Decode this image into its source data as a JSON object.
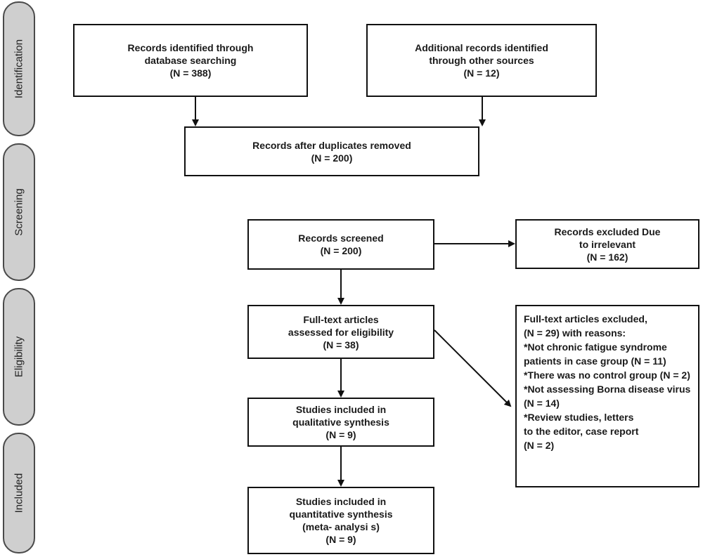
{
  "phases": {
    "identification": "Identification",
    "screening": "Screening",
    "eligibility": "Eligibility",
    "included": "Included"
  },
  "boxes": {
    "database_search": [
      "Records identified through",
      "database searching",
      "(N = 388)"
    ],
    "other_sources": [
      "Additional records identified",
      "through other sources",
      "(N = 12)"
    ],
    "duplicates_removed": [
      "Records after duplicates removed",
      "(N = 200)"
    ],
    "records_screened": [
      "Records screened",
      "(N = 200)"
    ],
    "records_excluded": [
      "Records excluded Due",
      "to irrelevant",
      "(N = 162)"
    ],
    "full_text_assessed": [
      "Full-text articles",
      "assessed for eligibility",
      "(N = 38)"
    ],
    "full_text_excluded": [
      "Full-text articles excluded,",
      "(N = 29) with reasons:",
      "*Not chronic fatigue syndrome",
      " patients in case group (N = 11)",
      "*There was no control group (N = 2)",
      "*Not assessing Borna disease virus",
      " (N = 14)",
      "*Review studies, letters",
      "to the editor, case report",
      "(N = 2)"
    ],
    "qualitative": [
      "Studies included in",
      "qualitative synthesis",
      "(N = 9)"
    ],
    "quantitative": [
      "Studies included in",
      "quantitative synthesis",
      "(meta- analysi s)",
      "(N = 9)"
    ]
  }
}
